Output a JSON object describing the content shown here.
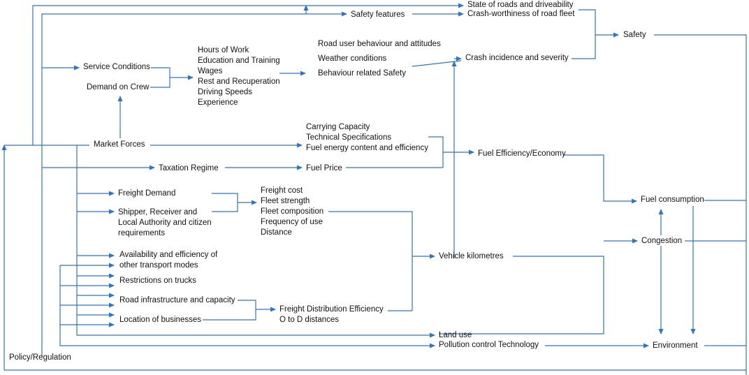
{
  "line_color": "#2E75C7",
  "text_color": "#111111",
  "labels": {
    "state_of_roads": "State of roads and driveability",
    "crash_worthiness": "Crash-worthiness of road fleet",
    "safety_features": "Safety features",
    "safety": "Safety",
    "road_user_behaviour": "Road user behaviour and attitudes",
    "weather_conditions": "Weather conditions",
    "behaviour_safety": "Behaviour related Safety",
    "crash_incidence": "Crash incidence and severity",
    "service_conditions": "Service Conditions",
    "demand_on_crew": "Demand on Crew",
    "work_factors": [
      "Hours of Work",
      "Education and Training",
      "Wages",
      "Rest and Recuperation",
      "Driving Speeds",
      "Experience"
    ],
    "market_forces": "Market Forces",
    "vehicle_factors": [
      "Carrying Capacity",
      "Technical Specifications",
      "Fuel energy content and efficiency"
    ],
    "fuel_efficiency": "Fuel Efficiency/Economy",
    "taxation_regime": "Taxation Regime",
    "fuel_price": "Fuel Price",
    "freight_demand": "Freight Demand",
    "shipper": [
      "Shipper, Receiver and",
      "Local Authority and citizen",
      "requirements"
    ],
    "freight_factors": [
      "Freight cost",
      "Fleet strength",
      "Fleet composition",
      "Frequency of use",
      "Distance"
    ],
    "fuel_consumption": "Fuel consumption",
    "congestion": "Congestion",
    "availability": [
      "Availability and efficiency of",
      "other transport modes"
    ],
    "vehicle_km": "Vehicle kilometres",
    "restrictions": "Restrictions on trucks",
    "road_infrastructure": "Road infrastructure and capacity",
    "freight_distribution": [
      "Freight Distribution Efficiency",
      "O to D distances"
    ],
    "location_of_businesses": "Location of businesses",
    "land_use": "Land use",
    "pollution_control": "Pollution control Technology",
    "environment": "Environment",
    "policy_regulation": "Policy/Regulation"
  }
}
